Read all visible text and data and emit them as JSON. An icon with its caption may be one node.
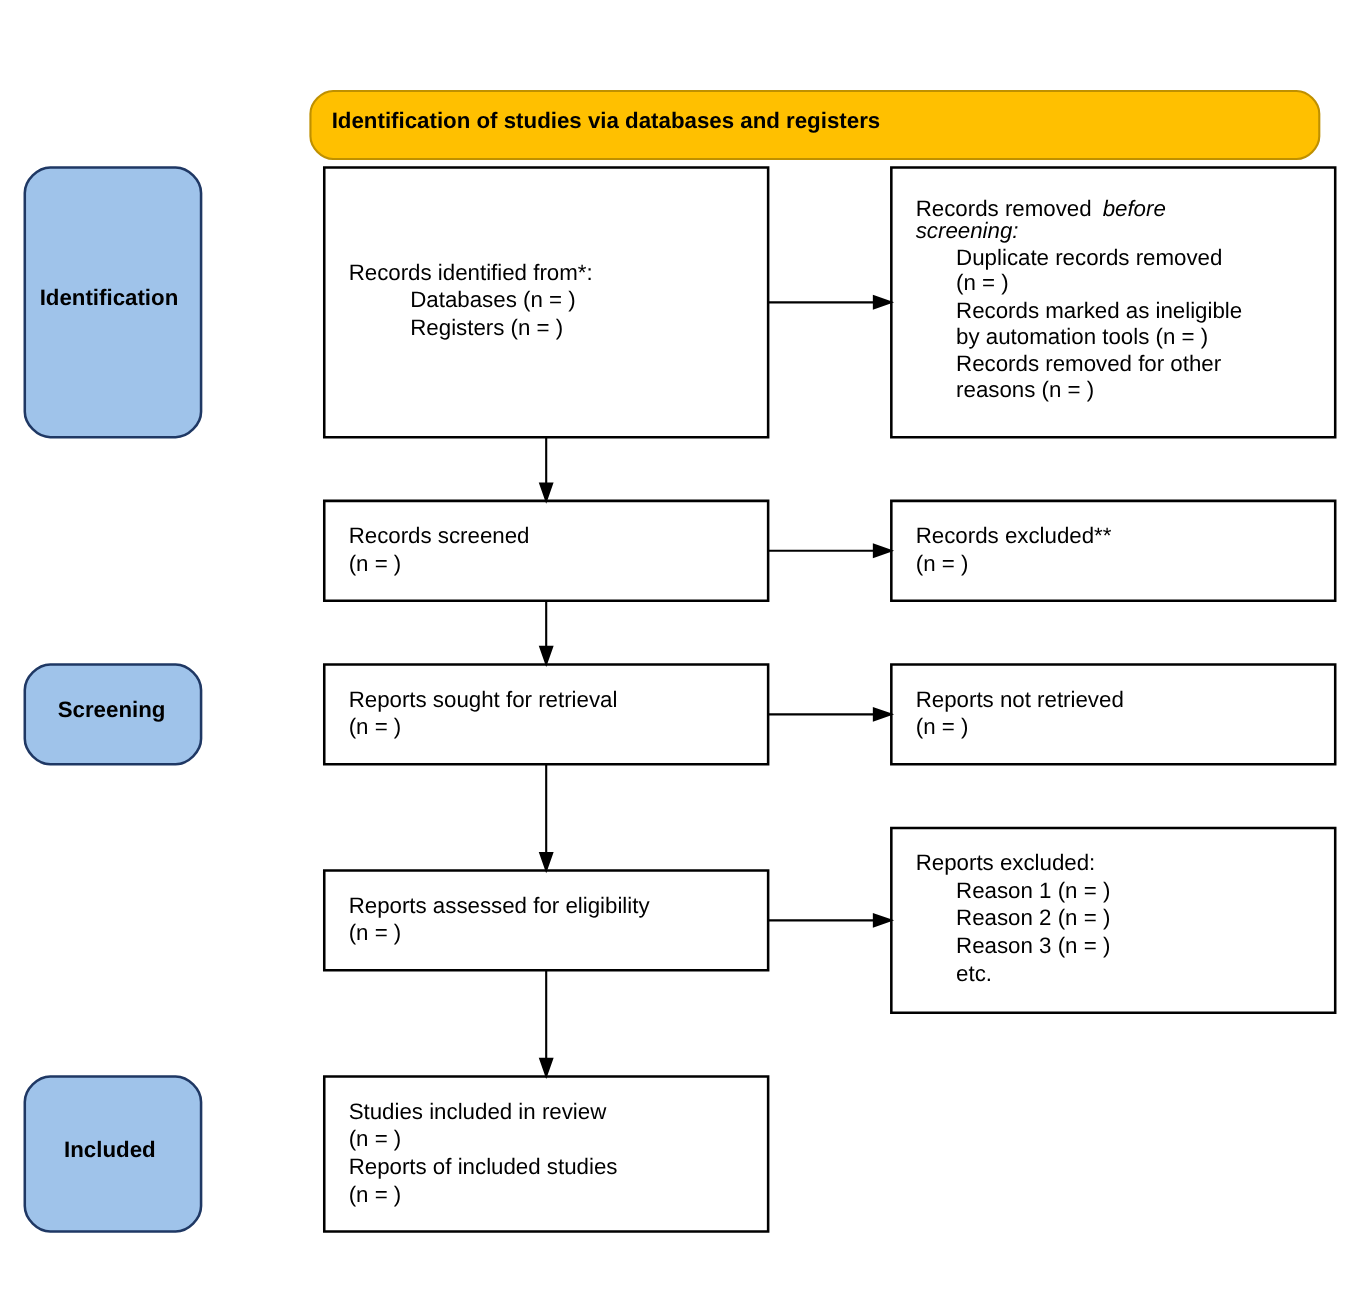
{
  "diagram": {
    "title": "Identification of studies via databases and registers",
    "nodes": [
      {
        "text": [
          "Identification"
        ]
      },
      {
        "text": [
          "Records identified from*:",
          "Databases (n = )",
          "Registers (n = )"
        ]
      },
      {
        "text": [
          "Records removed *before screening*:",
          "Duplicate records removed (n = )",
          "Records marked as ineligible by automation tools (n = )",
          "Records removed for other reasons (n = )"
        ]
      },
      {
        "text": [
          "Screening"
        ]
      },
      {
        "text": [
          "Records screened",
          "(n = )"
        ]
      },
      {
        "text": [
          "Records excluded**",
          "(n = )"
        ]
      },
      {
        "text": [
          "Reports sought for retrieval",
          "(n = )"
        ]
      },
      {
        "text": [
          "Reports not retrieved",
          "(n = )"
        ]
      },
      {
        "text": [
          "Reports assessed for eligibility",
          "(n = )"
        ]
      },
      {
        "text": [
          "Reports excluded:",
          "Reason 1 (n = )",
          "Reason 2 (n = )",
          "Reason 3 (n = )",
          "etc."
        ]
      },
      {
        "text": [
          "Included"
        ]
      },
      {
        "text": [
          "Studies included in review",
          "(n = )",
          "Reports of included studies",
          "(n = )"
        ]
      }
    ],
    "edges": [
      {
        "from": 1,
        "to": 2,
        "arrow": "to"
      },
      {
        "from": 1,
        "to": 4,
        "arrow": "to"
      },
      {
        "from": 4,
        "to": 5,
        "arrow": "to"
      },
      {
        "from": 4,
        "to": 6,
        "arrow": "to"
      },
      {
        "from": 6,
        "to": 7,
        "arrow": "to"
      },
      {
        "from": 6,
        "to": 8,
        "arrow": "to"
      },
      {
        "from": 8,
        "to": 9,
        "arrow": "to"
      },
      {
        "from": 8,
        "to": 11,
        "arrow": "to"
      }
    ]
  }
}
